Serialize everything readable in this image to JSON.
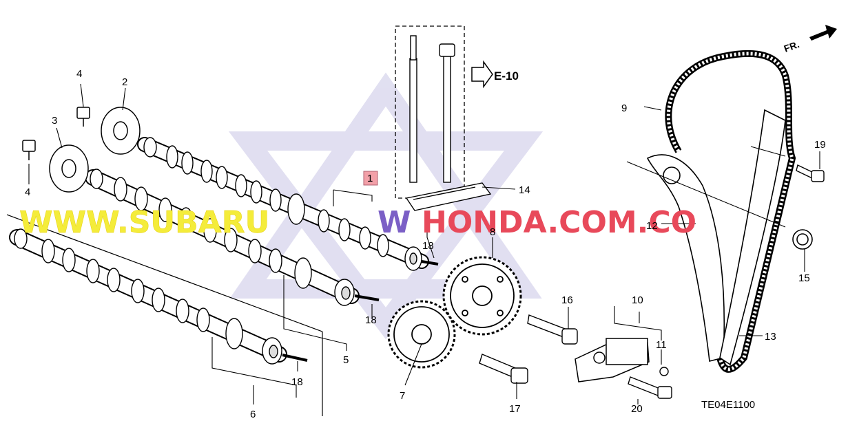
{
  "callouts": [
    "1",
    "2",
    "3",
    "4",
    "4",
    "5",
    "6",
    "7",
    "8",
    "9",
    "10",
    "11",
    "12",
    "13",
    "14",
    "15",
    "16",
    "17",
    "18",
    "18",
    "18",
    "19",
    "20"
  ],
  "ref_label": "E-10",
  "direction_label": "FR.",
  "diagram_code": "TE04E1100",
  "watermark": {
    "part1": "WWW.SUBARU",
    "part2": "W",
    "part3": "HONDA.COM.CO",
    "colors": [
      "#f4ec3a",
      "#7b5fc6",
      "#e8495a"
    ]
  },
  "colors": {
    "line": "#000000",
    "highlight": "#f2a0a8",
    "star": "#c9c6e6"
  }
}
